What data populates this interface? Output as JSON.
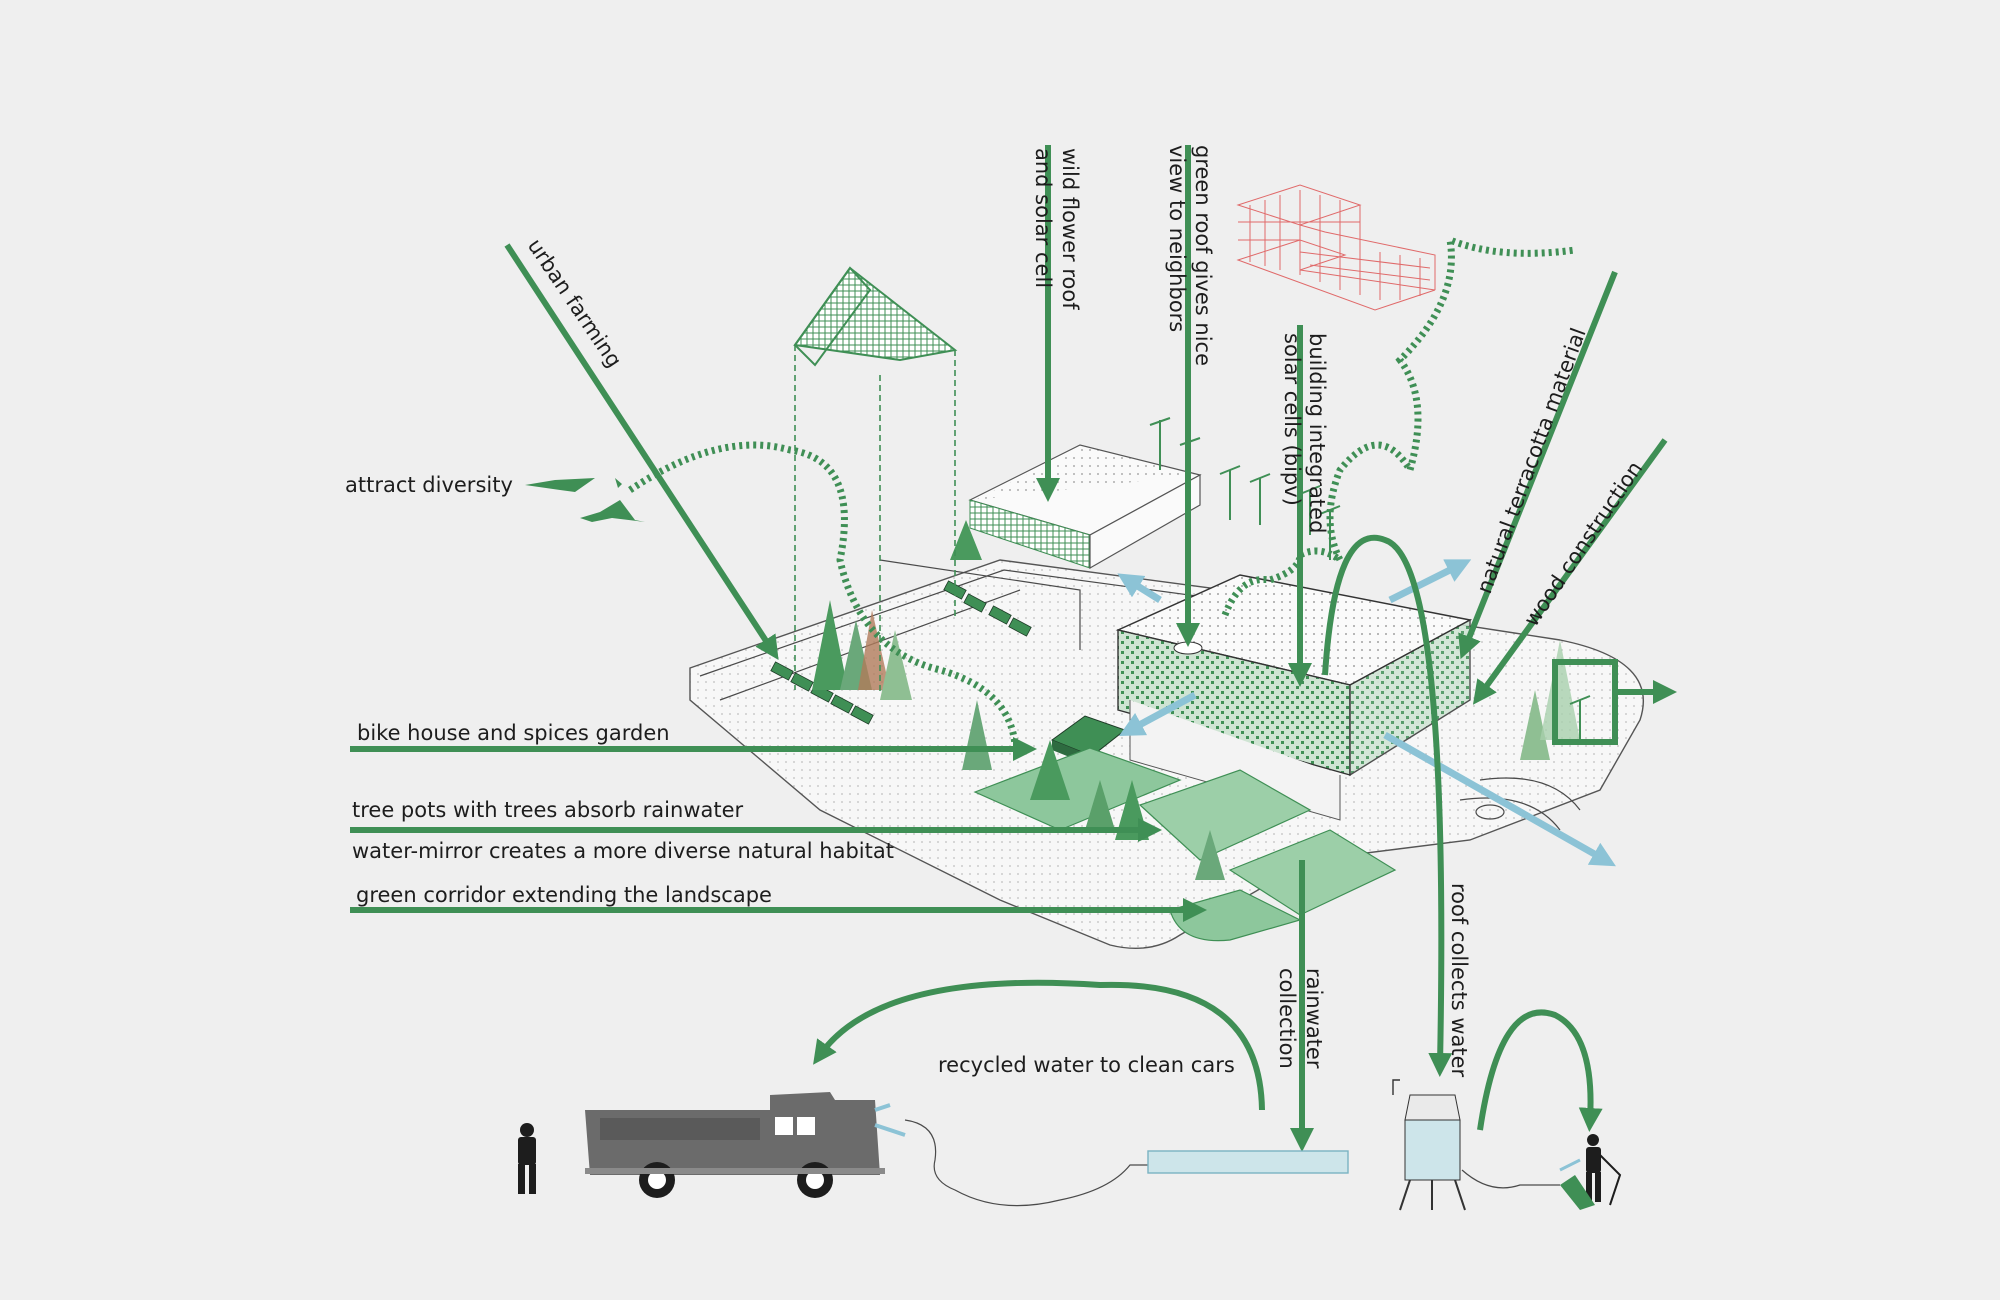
{
  "labels": {
    "attract": "attract diversity",
    "urban": "urban farming",
    "wildflower_1": "wild flower roof",
    "wildflower_2": "and solar cell",
    "greenroof_1": "green roof gives nice",
    "greenroof_2": "view to neighbors",
    "bipv_1": "building integrated",
    "bipv_2": "solar cells (bipv)",
    "terracotta": "natural terracotta material",
    "wood": "wood construction",
    "bike": "bike house and spices garden",
    "treepots": "tree pots with trees absorb rainwater",
    "mirror": "water-mirror creates a more diverse natural habitat",
    "corridor": "green corridor extending the landscape",
    "rain_1": "rainwater",
    "rain_2": "collection",
    "roofwater": "roof collects water",
    "recycled": "recycled water to clean cars"
  },
  "colors": {
    "green": "#3f8f55",
    "blue": "#8cc3d6",
    "red_grid": "#e06a6a",
    "truck": "#6b6b6b",
    "background": "#efefef"
  }
}
